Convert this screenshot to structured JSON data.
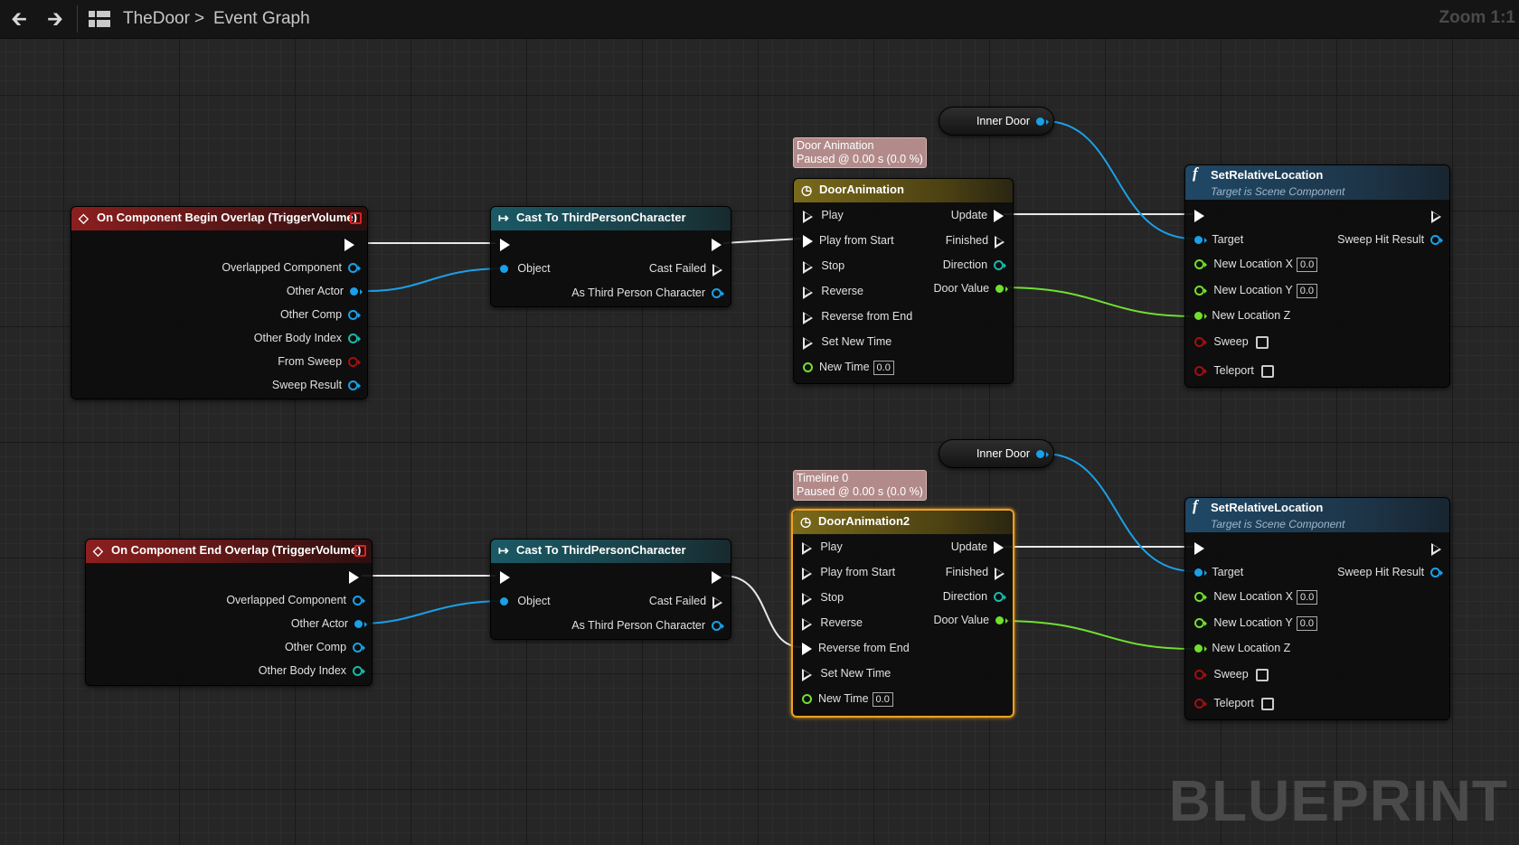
{
  "toolbar": {
    "back_icon": "back-arrow-icon",
    "forward_icon": "forward-arrow-icon",
    "graph_icon": "event-graph-icon",
    "breadcrumb_blueprint": "TheDoor",
    "breadcrumb_separator": ">",
    "breadcrumb_graph": "Event Graph",
    "zoom": "Zoom 1:1"
  },
  "watermark": "BLUEPRINT",
  "colors": {
    "background": "#262626",
    "object_pin": "#1aa0e8",
    "vector_pin": "#70e030",
    "float_pin": "#1ab8a8",
    "bool_pin": "#a01010",
    "selected_outline": "#f0a020"
  },
  "top": {
    "event": {
      "title": "On Component Begin Overlap (TriggerVolume)",
      "pins": [
        "Overlapped Component",
        "Other Actor",
        "Other Comp",
        "Other Body Index",
        "From Sweep",
        "Sweep Result"
      ]
    },
    "cast": {
      "title": "Cast To ThirdPersonCharacter",
      "object": "Object",
      "cast_failed": "Cast Failed",
      "as_char": "As Third Person Character"
    },
    "comment": {
      "line1": "Door Animation",
      "line2": "Paused @ 0.00 s (0.0 %)"
    },
    "timeline": {
      "title": "DoorAnimation",
      "inputs": [
        "Play",
        "Play from Start",
        "Stop",
        "Reverse",
        "Reverse from End",
        "Set New Time"
      ],
      "new_time_label": "New Time",
      "new_time_value": "0.0",
      "outputs": [
        "Update",
        "Finished",
        "Direction",
        "Door Value"
      ]
    },
    "var": "Inner Door",
    "func": {
      "title": "SetRelativeLocation",
      "subtitle": "Target is Scene Component",
      "target": "Target",
      "sweep_hit": "Sweep Hit Result",
      "loc_x": "New Location X",
      "loc_x_val": "0.0",
      "loc_y": "New Location Y",
      "loc_y_val": "0.0",
      "loc_z": "New Location Z",
      "sweep": "Sweep",
      "teleport": "Teleport"
    }
  },
  "bottom": {
    "event": {
      "title": "On Component End Overlap (TriggerVolume)",
      "pins": [
        "Overlapped Component",
        "Other Actor",
        "Other Comp",
        "Other Body Index"
      ]
    },
    "cast": {
      "title": "Cast To ThirdPersonCharacter",
      "object": "Object",
      "cast_failed": "Cast Failed",
      "as_char": "As Third Person Character"
    },
    "comment": {
      "line1": "Timeline 0",
      "line2": "Paused @ 0.00 s (0.0 %)"
    },
    "timeline": {
      "title": "DoorAnimation2",
      "inputs": [
        "Play",
        "Play from Start",
        "Stop",
        "Reverse",
        "Reverse from End",
        "Set New Time"
      ],
      "new_time_label": "New Time",
      "new_time_value": "0.0",
      "outputs": [
        "Update",
        "Finished",
        "Direction",
        "Door Value"
      ]
    },
    "var": "Inner Door",
    "func": {
      "title": "SetRelativeLocation",
      "subtitle": "Target is Scene Component",
      "target": "Target",
      "sweep_hit": "Sweep Hit Result",
      "loc_x": "New Location X",
      "loc_x_val": "0.0",
      "loc_y": "New Location Y",
      "loc_y_val": "0.0",
      "loc_z": "New Location Z",
      "sweep": "Sweep",
      "teleport": "Teleport"
    }
  }
}
